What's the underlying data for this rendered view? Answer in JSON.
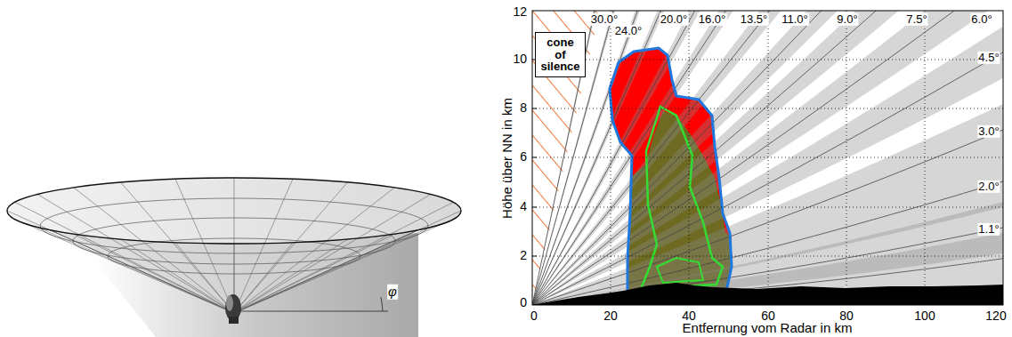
{
  "diagram": {
    "nodes": [
      {
        "text": [
          "cone of silence"
        ]
      }
    ],
    "labels": [
      "φ",
      "30.0°",
      "24.0°",
      "20.0°",
      "16.0°",
      "13.5°",
      "11.0°",
      "9.0°",
      "7.5°",
      "6.0°",
      "4.5°",
      "3.0°",
      "2.0°",
      "1.1°",
      "12",
      "10",
      "8",
      "6",
      "4",
      "2",
      "0",
      "0",
      "20",
      "40",
      "60",
      "80",
      "100",
      "120",
      "Höhe über NN in km",
      "Entfernung vom Radar in km"
    ]
  }
}
